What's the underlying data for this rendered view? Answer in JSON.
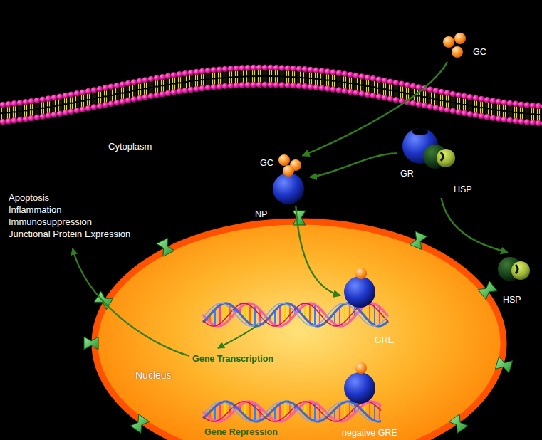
{
  "diagram": {
    "nodes": [
      {
        "text": [
          "GC"
        ]
      },
      {
        "text": [
          "GR"
        ]
      },
      {
        "text": [
          "HSP"
        ]
      },
      {
        "text": [
          "GC"
        ]
      },
      {
        "text": [
          "HSP"
        ]
      },
      {
        "text": [
          "Nucleus"
        ]
      },
      {
        "text": [
          "GRE"
        ],
        "in": 5
      },
      {
        "text": [
          "negative GRE"
        ],
        "in": 5
      }
    ],
    "edges": [
      {
        "from": 0,
        "to": 3,
        "arrow": "to"
      },
      {
        "from": 1,
        "to": 3,
        "arrow": "to"
      },
      {
        "from": 2,
        "to": 4,
        "arrow": "to"
      },
      {
        "from": 3,
        "to": 6,
        "arrow": "to"
      }
    ],
    "labels": [
      "Cytoplasm",
      "NP",
      "Apoptosis",
      "Inflammation",
      "Immunosuppression",
      "Junctional Protein Expression",
      "Gene Transcription",
      "Gene Repression"
    ]
  }
}
